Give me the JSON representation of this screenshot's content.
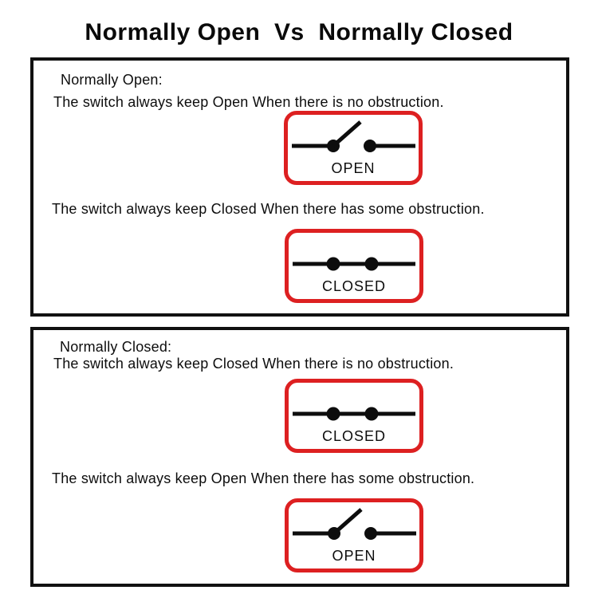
{
  "title": "Normally Open  Vs  Normally Closed",
  "colors": {
    "accent_red": "#dd2021",
    "border_black": "#111111",
    "background": "#ffffff"
  },
  "panels": [
    {
      "heading": "Normally Open:",
      "line1": "The switch always keep Open When there is no obstruction.",
      "diagram1": {
        "type": "open",
        "state_label": "OPEN"
      },
      "line2": "The switch always keep Closed When there has some obstruction.",
      "diagram2": {
        "type": "closed",
        "state_label": "CLOSED"
      }
    },
    {
      "heading": "Normally Closed:",
      "line1": "The switch always keep Closed When there is no obstruction.",
      "diagram1": {
        "type": "closed",
        "state_label": "CLOSED"
      },
      "line2": "The switch always keep Open When there has some obstruction.",
      "diagram2": {
        "type": "open",
        "state_label": "OPEN"
      }
    }
  ]
}
